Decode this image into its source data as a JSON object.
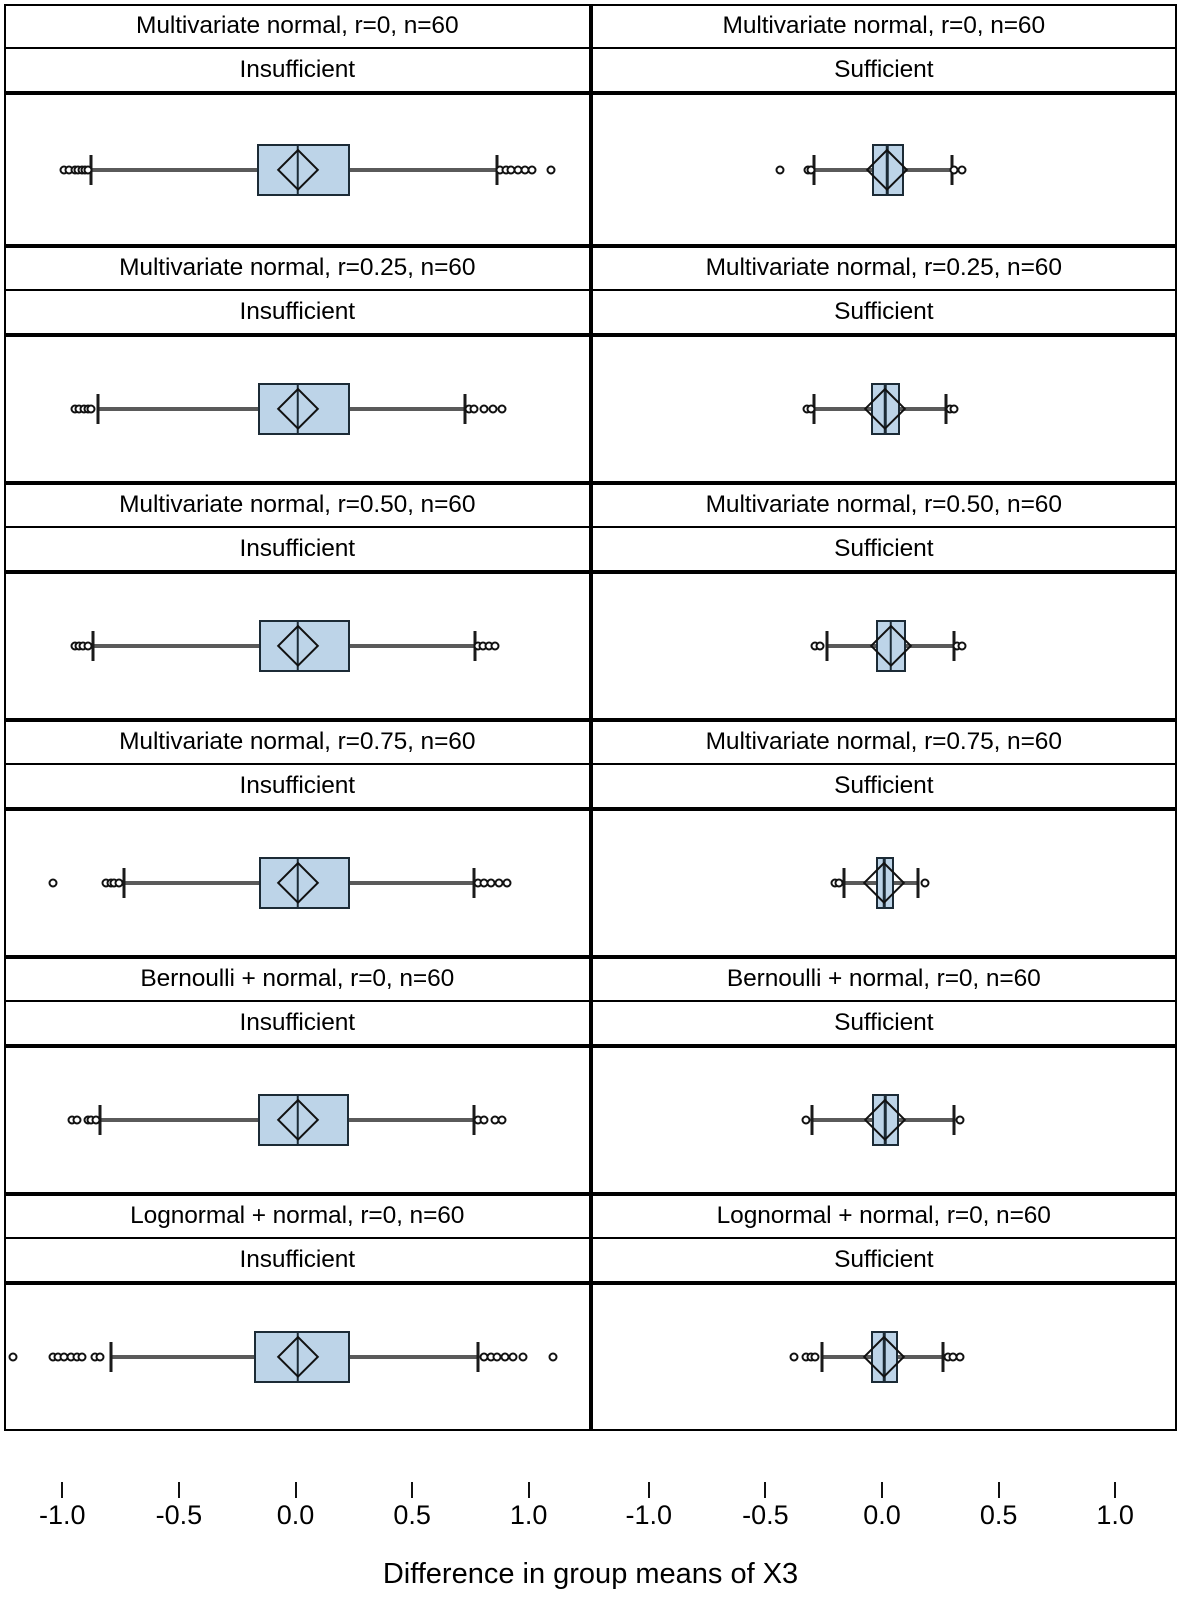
{
  "chart_data": {
    "type": "box",
    "title": "",
    "xlabel": "Difference in group means of X3",
    "ylabel": "",
    "xlim": [
      -1.25,
      1.25
    ],
    "xticks": [
      -1.0,
      -0.5,
      0.0,
      0.5,
      1.0
    ],
    "xticklabels": [
      "-1.0",
      "-0.5",
      "0.0",
      "0.5",
      "1.0"
    ],
    "grid": false,
    "legend": null,
    "columns": [
      "Insufficient",
      "Sufficient"
    ],
    "box_fill_color": "#bdd4e8",
    "box_edge_color": "#1c2b36",
    "whisker_color": "#5a5a5a",
    "outlier_color": "#111111",
    "mean_marker": "diamond",
    "panels": [
      {
        "row": 0,
        "title": "Multivariate normal, r=0, n=60",
        "left": {
          "condition": "Insufficient",
          "q1": -0.175,
          "median": 0.0,
          "q3": 0.225,
          "mean": 0.0,
          "whisker_low": -0.885,
          "whisker_high": 0.855,
          "outliers": [
            -1.0,
            -0.98,
            -0.955,
            -0.94,
            -0.925,
            -0.91,
            -0.9,
            0.87,
            0.895,
            0.915,
            0.945,
            0.975,
            1.005,
            1.085
          ]
        },
        "right": {
          "condition": "Sufficient",
          "q1": -0.05,
          "median": 0.015,
          "q3": 0.085,
          "mean": 0.015,
          "whisker_low": -0.3,
          "whisker_high": 0.29,
          "outliers": [
            -0.445,
            -0.325,
            -0.315,
            0.3,
            0.335
          ]
        }
      },
      {
        "row": 1,
        "title": "Multivariate normal, r=0.25, n=60",
        "left": {
          "condition": "Insufficient",
          "q1": -0.17,
          "median": 0.0,
          "q3": 0.225,
          "mean": 0.0,
          "whisker_low": -0.855,
          "whisker_high": 0.72,
          "outliers": [
            -0.955,
            -0.935,
            -0.915,
            -0.9,
            -0.885,
            0.735,
            0.755,
            0.8,
            0.84,
            0.875
          ]
        },
        "right": {
          "condition": "Sufficient",
          "q1": -0.055,
          "median": 0.005,
          "q3": 0.07,
          "mean": 0.005,
          "whisker_low": -0.3,
          "whisker_high": 0.265,
          "outliers": [
            -0.33,
            -0.315,
            0.285,
            0.3
          ]
        }
      },
      {
        "row": 2,
        "title": "Multivariate normal, r=0.50, n=60",
        "left": {
          "condition": "Insufficient",
          "q1": -0.165,
          "median": 0.0,
          "q3": 0.225,
          "mean": 0.0,
          "whisker_low": -0.875,
          "whisker_high": 0.76,
          "outliers": [
            -0.955,
            -0.935,
            -0.92,
            -0.9,
            0.775,
            0.795,
            0.82,
            0.845
          ]
        },
        "right": {
          "condition": "Sufficient",
          "q1": -0.035,
          "median": 0.03,
          "q3": 0.095,
          "mean": 0.03,
          "whisker_low": -0.245,
          "whisker_high": 0.3,
          "outliers": [
            -0.295,
            -0.275,
            0.315,
            0.335
          ]
        }
      },
      {
        "row": 3,
        "title": "Multivariate normal, r=0.75, n=60",
        "left": {
          "condition": "Insufficient",
          "q1": -0.165,
          "median": 0.0,
          "q3": 0.225,
          "mean": 0.0,
          "whisker_low": -0.745,
          "whisker_high": 0.755,
          "outliers": [
            -1.05,
            -0.82,
            -0.8,
            -0.785,
            -0.765,
            0.775,
            0.8,
            0.83,
            0.865,
            0.9
          ]
        },
        "right": {
          "condition": "Sufficient",
          "q1": -0.035,
          "median": 0.0,
          "q3": 0.045,
          "mean": 0.0,
          "whisker_low": -0.17,
          "whisker_high": 0.145,
          "outliers": [
            -0.21,
            -0.195,
            0.175
          ]
        }
      },
      {
        "row": 4,
        "title": "Bernoulli + normal, r=0, n=60",
        "left": {
          "condition": "Insufficient",
          "q1": -0.17,
          "median": 0.0,
          "q3": 0.22,
          "mean": 0.0,
          "whisker_low": -0.845,
          "whisker_high": 0.755,
          "outliers": [
            -0.965,
            -0.945,
            -0.9,
            -0.885,
            -0.865,
            0.775,
            0.8,
            0.845,
            0.875
          ]
        },
        "right": {
          "condition": "Sufficient",
          "q1": -0.05,
          "median": 0.005,
          "q3": 0.065,
          "mean": 0.005,
          "whisker_low": -0.31,
          "whisker_high": 0.3,
          "outliers": [
            -0.335,
            0.325
          ]
        }
      },
      {
        "row": 5,
        "title": "Lognormal + normal, r=0, n=60",
        "left": {
          "condition": "Insufficient",
          "q1": -0.185,
          "median": 0.0,
          "q3": 0.225,
          "mean": 0.0,
          "whisker_low": -0.8,
          "whisker_high": 0.775,
          "outliers": [
            -1.22,
            -1.05,
            -1.025,
            -1.0,
            -0.97,
            -0.945,
            -0.925,
            -0.87,
            -0.845,
            0.8,
            0.83,
            0.855,
            0.89,
            0.925,
            0.965,
            1.095
          ]
        },
        "right": {
          "condition": "Sufficient",
          "q1": -0.055,
          "median": 0.0,
          "q3": 0.06,
          "mean": 0.0,
          "whisker_low": -0.265,
          "whisker_high": 0.255,
          "outliers": [
            -0.385,
            -0.335,
            -0.315,
            -0.295,
            0.275,
            0.295,
            0.325
          ]
        }
      }
    ]
  },
  "axis": {
    "xlabel": "Difference in group means of X3",
    "ticklabels": [
      "-1.0",
      "-0.5",
      "0.0",
      "0.5",
      "1.0"
    ]
  }
}
